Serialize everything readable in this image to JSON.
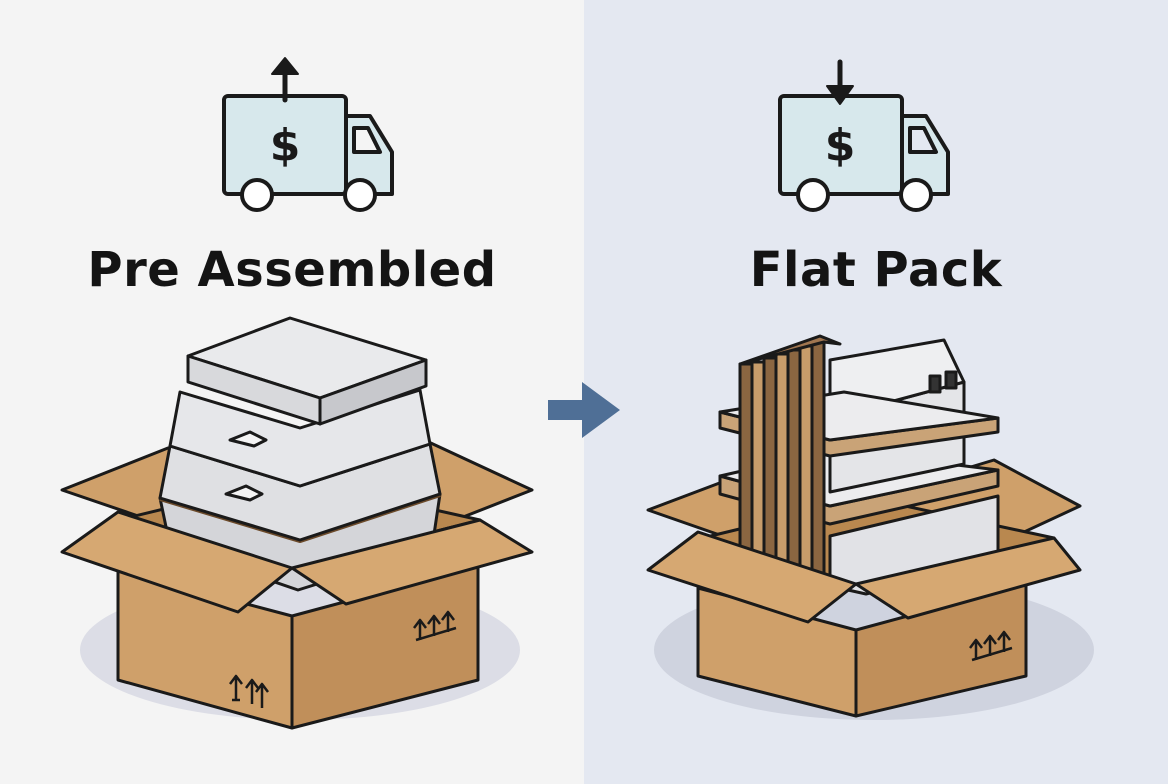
{
  "left_panel": {
    "title": "Pre Assembled",
    "shipping_direction": "up"
  },
  "right_panel": {
    "title": "Flat Pack",
    "shipping_direction": "down"
  },
  "truck_label": "$",
  "colors": {
    "left_background": "#f4f4f4",
    "right_background": "#e4e8f1",
    "truck_fill": "#d7e8ec",
    "cardboard": "#cfa06a",
    "cardboard_dark": "#b9884f",
    "panel_gray": "#dfe0e3",
    "arrow": "#4f6f96",
    "outline": "#1a1a1a"
  }
}
